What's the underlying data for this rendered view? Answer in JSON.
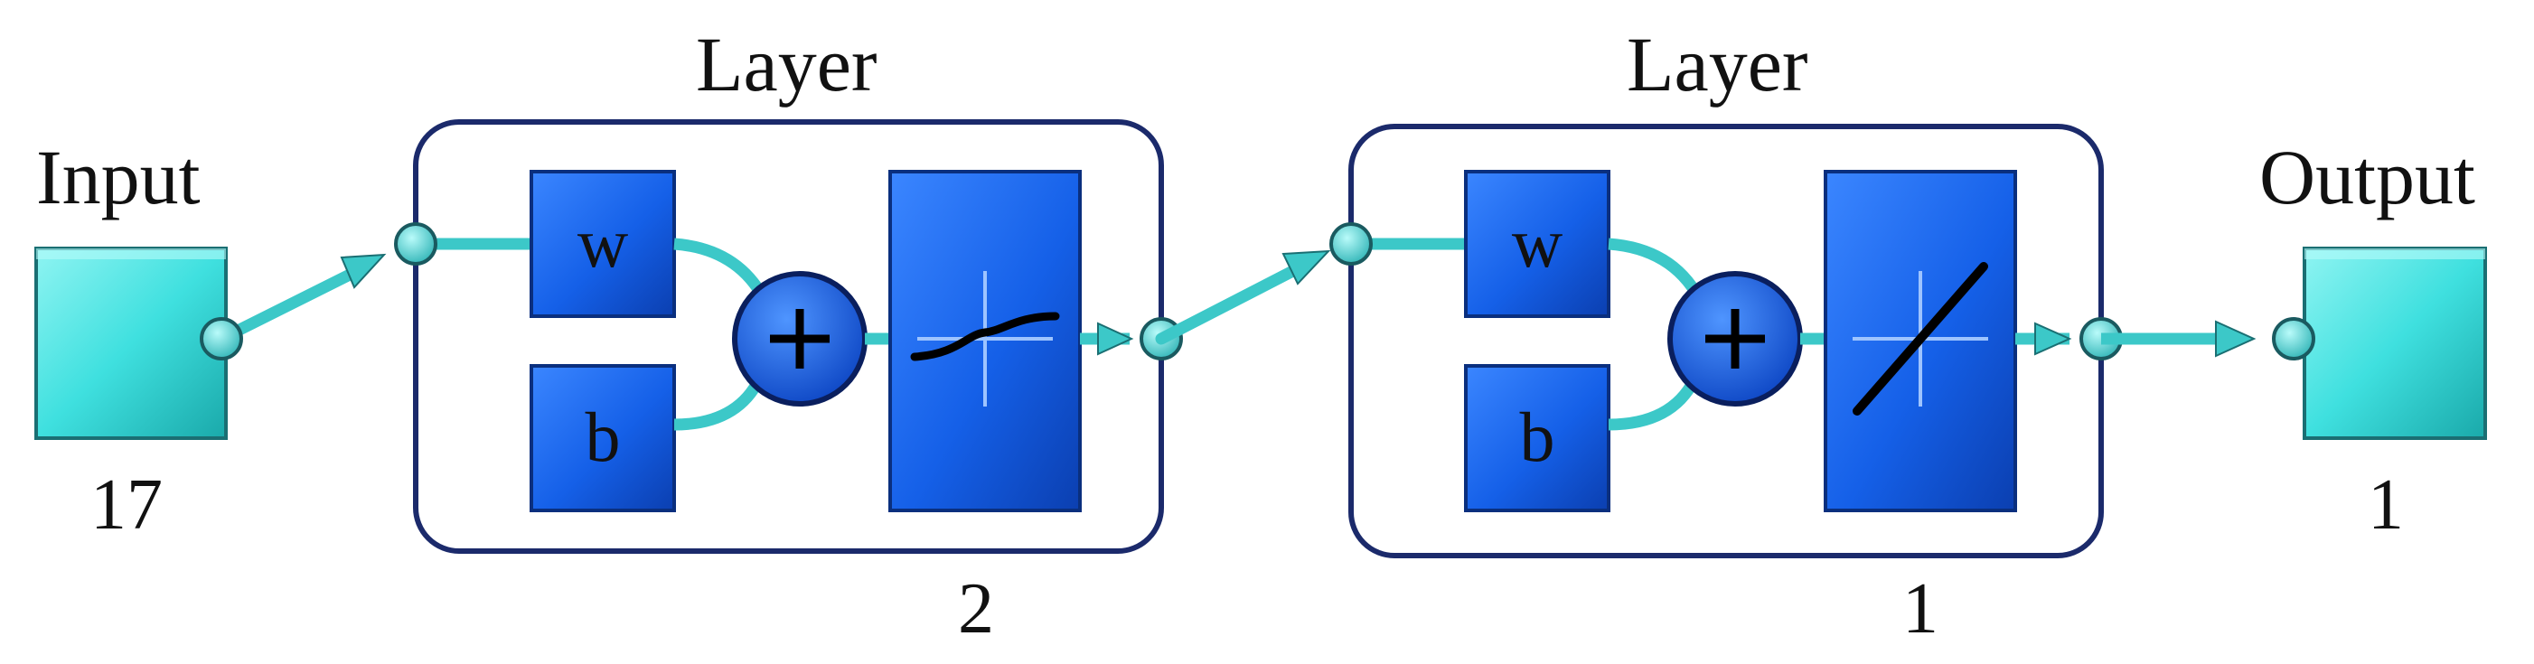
{
  "input": {
    "label": "Input",
    "size": "17"
  },
  "output": {
    "label": "Output",
    "size": "1"
  },
  "layers": [
    {
      "title": "Layer",
      "number": "2",
      "weight_label": "w",
      "bias_label": "b",
      "activation": "tansig"
    },
    {
      "title": "Layer",
      "number": "1",
      "weight_label": "w",
      "bias_label": "b",
      "activation": "purelin"
    }
  ],
  "colors": {
    "io_box": "#3fe0df",
    "block": "#1560e8",
    "connector": "#3cc8c8",
    "layer_frame": "#1b2a6b"
  }
}
